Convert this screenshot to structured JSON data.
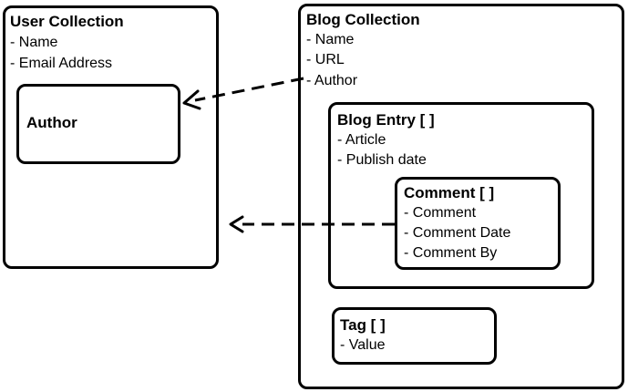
{
  "user_collection": {
    "title": "User Collection",
    "fields": [
      "- Name",
      "- Email Address"
    ],
    "author_box": {
      "title": "Author"
    }
  },
  "blog_collection": {
    "title": "Blog Collection",
    "fields": [
      "- Name",
      "- URL",
      "- Author"
    ],
    "blog_entry": {
      "title": "Blog Entry [ ]",
      "fields": [
        "- Article",
        "- Publish date"
      ],
      "comment": {
        "title": "Comment [ ]",
        "fields": [
          "- Comment",
          "- Comment Date",
          "- Comment By"
        ]
      }
    },
    "tag": {
      "title": "Tag [ ]",
      "fields": [
        "- Value"
      ]
    }
  },
  "arrows": [
    {
      "from": "blog-collection-author-field",
      "to": "author-box",
      "style": "dashed"
    },
    {
      "from": "comment-box",
      "to": "user-collection-box",
      "style": "dashed"
    }
  ]
}
